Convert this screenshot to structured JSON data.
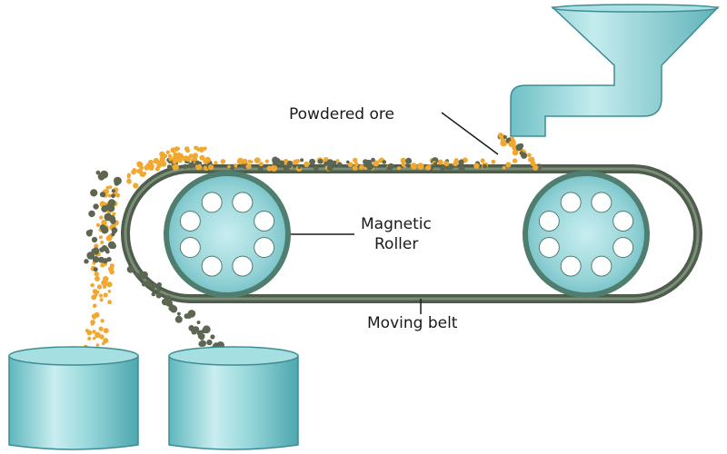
{
  "labels": {
    "powdered_ore": "Powdered ore",
    "magnetic_roller_line1": "Magnetic",
    "magnetic_roller_line2": "Roller",
    "moving_belt": "Moving belt"
  },
  "colors": {
    "teal": "#8fd3d6",
    "teal_dark": "#4fa9b0",
    "belt": "#5a6b58",
    "nonmagnetic_particles": "#f0a830",
    "magnetic_particles": "#5c6650"
  }
}
